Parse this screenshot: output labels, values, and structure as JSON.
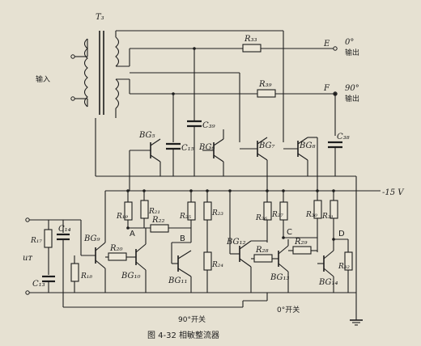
{
  "transformer": {
    "label": "T₃"
  },
  "input_label": "输入",
  "outputs": {
    "e": {
      "node": "E",
      "angle": "0°",
      "text": "输出"
    },
    "f": {
      "node": "F",
      "angle": "90°",
      "text": "输出"
    }
  },
  "supply": "-15 V",
  "signal_label": "uᴛ",
  "resistors": [
    "R₃₃",
    "R₃₉",
    "R₁₉",
    "R₂₁",
    "R₂₂",
    "R₂₀",
    "R₁₈",
    "R₁₇",
    "R₂₅",
    "R₂₃",
    "R₂₄",
    "R₂₆",
    "R₂₇",
    "R₂₈",
    "R₂₉",
    "R₃₀",
    "R₃₁",
    "R₃₂"
  ],
  "capacitors": [
    "C₁₅",
    "C₃₉",
    "C₃₈",
    "C₁₄",
    "C₁₃"
  ],
  "transistors": [
    "BG₅",
    "BG₆",
    "BG₇",
    "BG₈",
    "BG₉",
    "BG₁₀",
    "BG₁₁",
    "BG₁₂",
    "BG₁₃",
    "BG₁₄"
  ],
  "nodes": [
    "A",
    "B",
    "C",
    "D"
  ],
  "switches": {
    "s90": "90°开关",
    "s0": "0°开关"
  },
  "caption": "图 4-32   相敏整流器"
}
